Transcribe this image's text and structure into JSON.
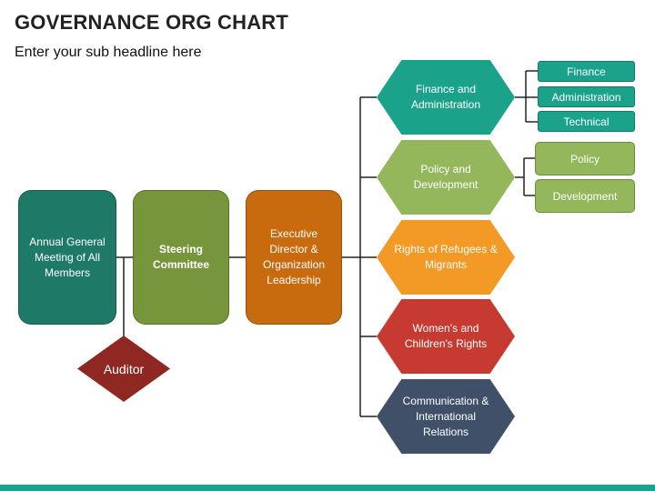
{
  "header": {
    "title": "GOVERNANCE ORG CHART",
    "subtitle": "Enter your sub headline here"
  },
  "main_boxes": {
    "annual": {
      "label": "Annual General Meeting of All Members",
      "color": "#1e7a66"
    },
    "steering": {
      "label": "Steering Committee",
      "color": "#77963c"
    },
    "executive": {
      "label": "Executive Director & Organization Leadership",
      "color": "#c86a0e"
    }
  },
  "auditor": {
    "label": "Auditor",
    "color": "#8f2722"
  },
  "departments": [
    {
      "label": "Finance and Administration",
      "color": "#1aa38a"
    },
    {
      "label": "Policy and Development",
      "color": "#93b75a"
    },
    {
      "label": "Rights of Refugees & Migrants",
      "color": "#f39a26"
    },
    {
      "label": "Women’s and Children's Rights",
      "color": "#c63a31"
    },
    {
      "label": "Communication & International Relations",
      "color": "#3f5068"
    }
  ],
  "finance_sub": [
    {
      "label": "Finance"
    },
    {
      "label": "Administration"
    },
    {
      "label": "Technical"
    }
  ],
  "policy_sub": [
    {
      "label": "Policy"
    },
    {
      "label": "Development"
    }
  ],
  "colors": {
    "finance_sub": "#1aa38a",
    "policy_sub": "#93b75a",
    "line": "#222222",
    "footer_bar": "#1aa38a"
  }
}
